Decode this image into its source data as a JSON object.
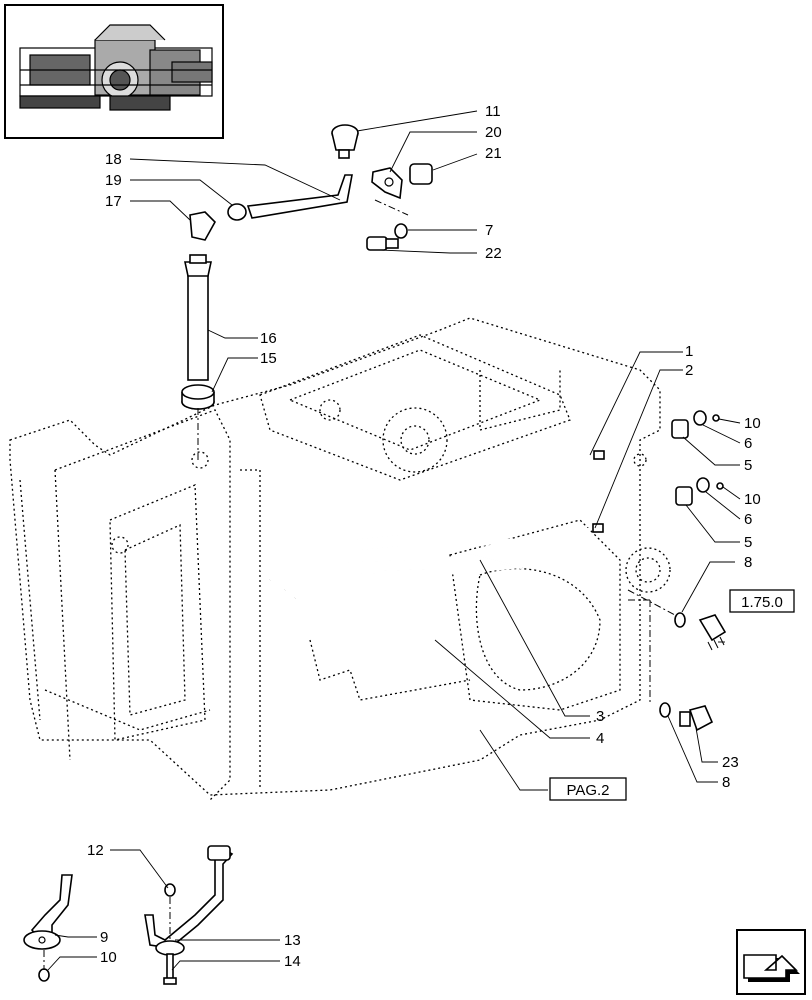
{
  "thumbnail": {
    "name": "tractor-overview-thumbnail"
  },
  "labels": [
    "1",
    "2",
    "3",
    "4",
    "5",
    "5",
    "6",
    "6",
    "7",
    "8",
    "8",
    "9",
    "10",
    "10",
    "10",
    "11",
    "12",
    "13",
    "14",
    "15",
    "16",
    "17",
    "18",
    "19",
    "20",
    "21",
    "22",
    "23"
  ],
  "references": {
    "section": "1.75.0",
    "page": "PAG.2"
  },
  "nav": {
    "icon": "next-page-arrow-icon"
  }
}
